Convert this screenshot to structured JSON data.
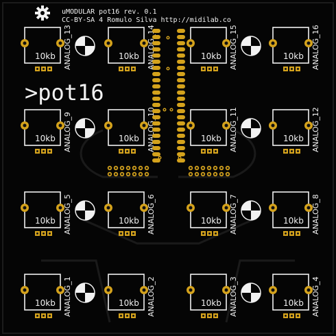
{
  "header": {
    "line1": "uMODULAR pot16 rev. 0.1",
    "line2": "CC-BY-SA 4 Romulo Silva http://midilab.co"
  },
  "logo_icon": "gear-icon",
  "big_title": ">pot16",
  "pot_value": "10kb",
  "labels": {
    "a1": "ANALOG_1",
    "a2": "ANALOG_2",
    "a3": "ANALOG_3",
    "a4": "ANALOG_4",
    "a5": "ANALOG_5",
    "a6": "ANALOG_6",
    "a7": "ANALOG_7",
    "a8": "ANALOG_8",
    "a9": "ANALOG_9",
    "a10": "ANALOG_10",
    "a11": "ANALOG_11",
    "a12": "ANALOG_12",
    "a13": "ANALOG_13",
    "a14": "ANALOG_14",
    "a15": "ANALOG_15",
    "a16": "ANALOG_16"
  },
  "colors": {
    "board": "#050505",
    "silkscreen": "#f2f2f2",
    "copper_pad": "#d4a21c"
  }
}
